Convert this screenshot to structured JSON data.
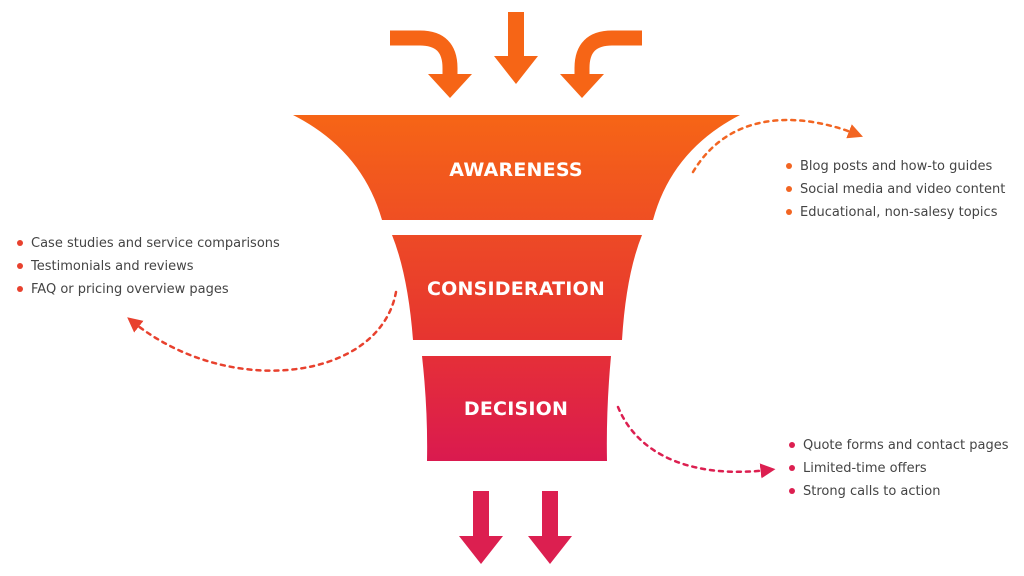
{
  "stages": {
    "awareness": "AWARENESS",
    "consideration": "CONSIDERATION",
    "decision": "DECISION"
  },
  "lists": {
    "awareness": [
      "Blog posts and how-to guides",
      "Social media and video content",
      "Educational, non-salesy topics"
    ],
    "consideration": [
      "Case studies and service comparisons",
      "Testimonials and reviews",
      "FAQ or pricing overview pages"
    ],
    "decision": [
      "Quote forms and contact pages",
      "Limited-time offers",
      "Strong calls to action"
    ]
  },
  "colors": {
    "orange": "#f26522",
    "red": "#e8412e",
    "crimson": "#dc1f50",
    "text": "#444444"
  },
  "icons": {
    "top_arrows": [
      "curved-arrow-down-right-icon",
      "arrow-down-icon",
      "curved-arrow-down-left-icon"
    ],
    "bottom_arrows": [
      "arrow-down-icon",
      "arrow-down-icon"
    ]
  }
}
